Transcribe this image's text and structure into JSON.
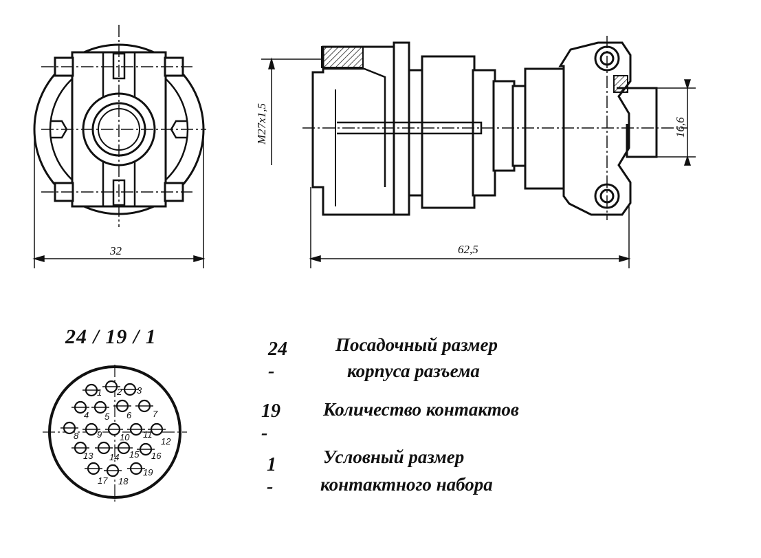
{
  "dimensions": {
    "width_front": "32",
    "length_total": "62,5",
    "thread": "M27x1,5",
    "cable_diameter": "16,6"
  },
  "code_title": "24 / 19 / 1",
  "legend": [
    {
      "key": "24 -",
      "lines": [
        "Посадочный размер",
        "корпуса разъема"
      ]
    },
    {
      "key": "19 -",
      "lines": [
        "Количество контактов"
      ]
    },
    {
      "key": "1 -",
      "lines": [
        "Условный размер",
        "контактного набора"
      ]
    }
  ],
  "pins": [
    "1",
    "2",
    "3",
    "4",
    "5",
    "6",
    "7",
    "8",
    "9",
    "10",
    "11",
    "12",
    "13",
    "14",
    "15",
    "16",
    "17",
    "18",
    "19"
  ]
}
